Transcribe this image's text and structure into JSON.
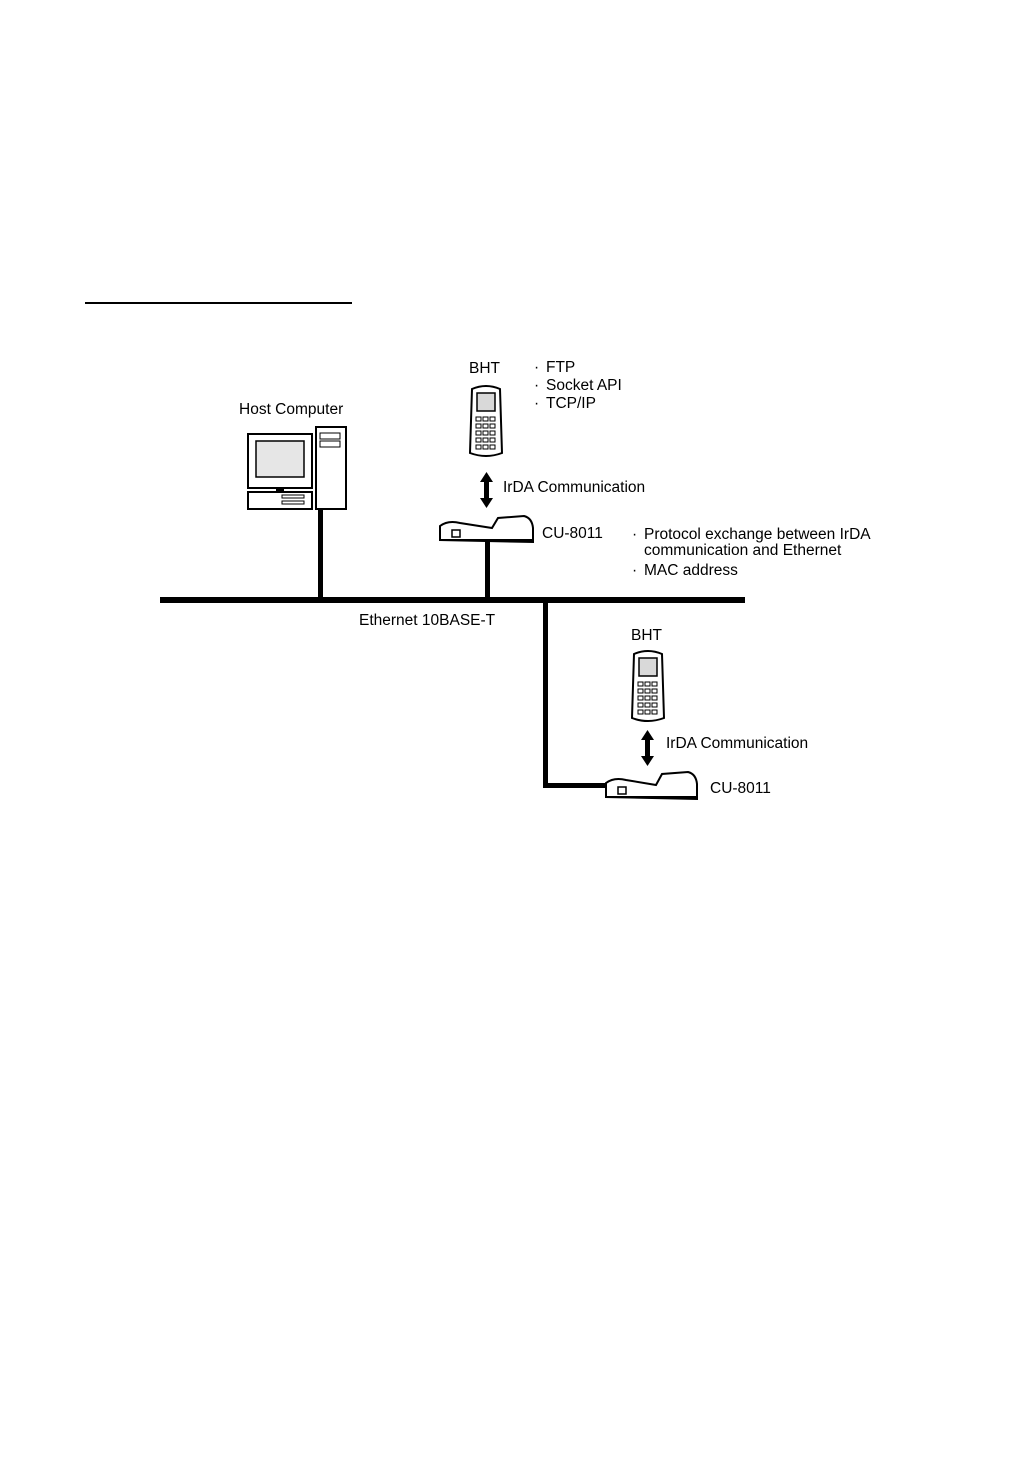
{
  "diagram": {
    "host_label": "Host Computer",
    "ethernet_label": "Ethernet 10BASE-T",
    "top": {
      "bht_label": "BHT",
      "bht_features": [
        "FTP",
        "Socket API",
        "TCP/IP"
      ],
      "irda_label": "IrDA Communication",
      "cu_label": "CU-8011",
      "cu_features": [
        "Protocol exchange between IrDA",
        "communication and Ethernet",
        "MAC address"
      ]
    },
    "bottom": {
      "bht_label": "BHT",
      "irda_label": "IrDA Communication",
      "cu_label": "CU-8011"
    }
  }
}
